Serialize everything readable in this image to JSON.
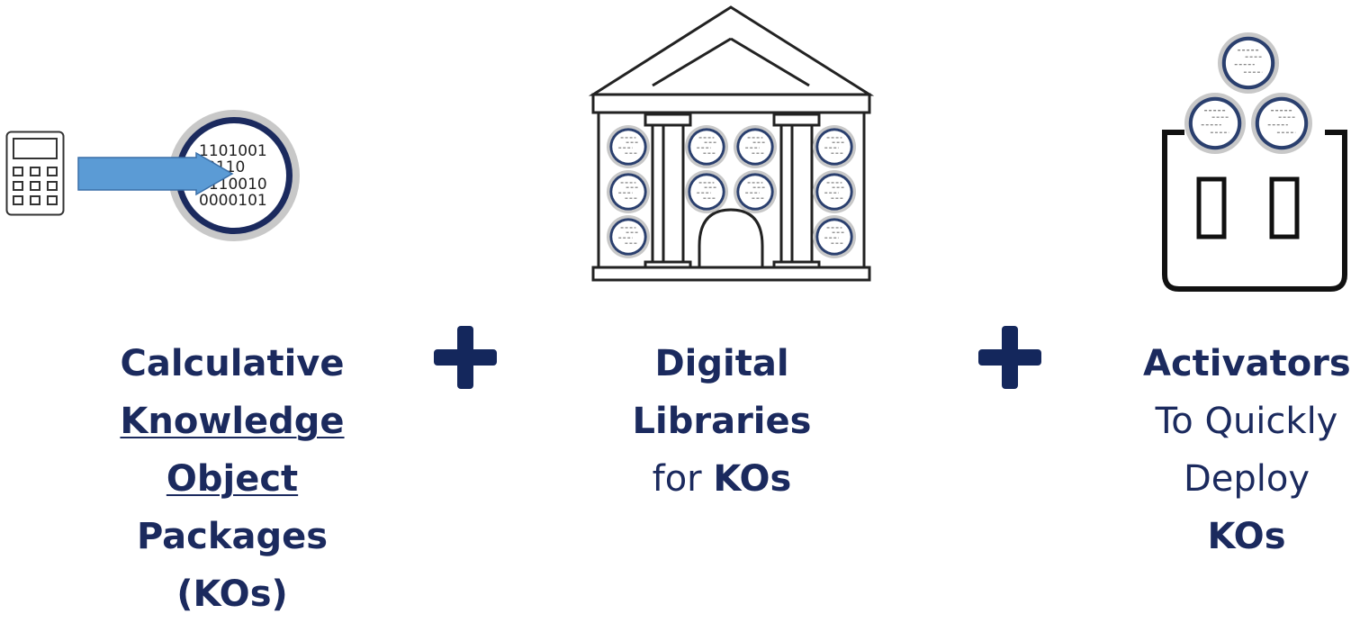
{
  "colors": {
    "navy": "#1b2a5e",
    "arrow_blue": "#5b9bd5",
    "ring_grey": "#c8c8c8"
  },
  "icons": {
    "calculator": "calculator-icon",
    "arrow": "arrow-right-icon",
    "binary_disc": "binary-disc-icon",
    "library": "library-building-icon",
    "outlet": "power-outlet-icon",
    "plus": "plus-icon"
  },
  "binary_lines": [
    "1101001",
    "0110",
    "0110010",
    "0000101"
  ],
  "labels": {
    "packages": {
      "line1": "Calculative",
      "line2": "Knowledge",
      "line3": "Object",
      "line4": "Packages",
      "line5": "(KOs)"
    },
    "libraries": {
      "line1": "Digital",
      "line2": "Libraries",
      "line3_prefix": "for ",
      "line3_bold": "KOs"
    },
    "activators": {
      "line1": "Activators",
      "line2": "To Quickly",
      "line3": "Deploy",
      "line4": "KOs"
    }
  }
}
